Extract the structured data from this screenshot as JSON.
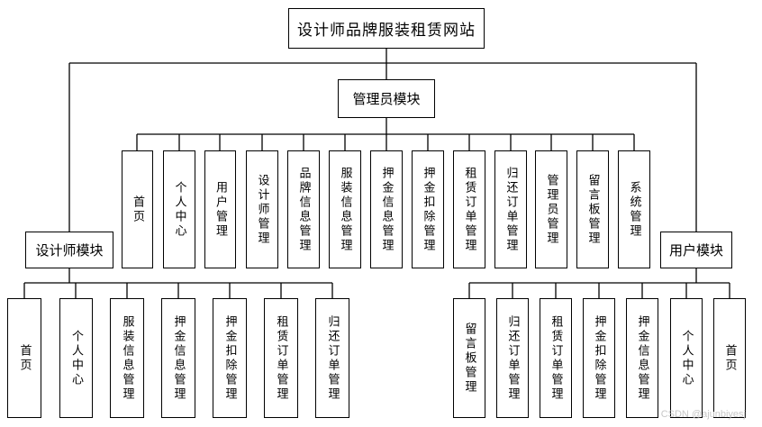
{
  "root": "设计师品牌服装租赁网站",
  "admin": {
    "title": "管理员模块",
    "items": [
      "首页",
      "个人中心",
      "用户管理",
      "设计师管理",
      "品牌信息管理",
      "服装信息管理",
      "押金信息管理",
      "押金扣除管理",
      "租赁订单管理",
      "归还订单管理",
      "管理员管理",
      "留言板管理",
      "系统管理"
    ]
  },
  "designer": {
    "title": "设计师模块",
    "items": [
      "首页",
      "个人中心",
      "服装信息管理",
      "押金信息管理",
      "押金扣除管理",
      "租赁订单管理",
      "归还订单管理"
    ]
  },
  "user": {
    "title": "用户模块",
    "items": [
      "留言板管理",
      "归还订单管理",
      "租赁订单管理",
      "押金扣除管理",
      "押金信息管理",
      "个人中心",
      "首页"
    ]
  },
  "watermark": "CSDN @ajunbiyesj"
}
